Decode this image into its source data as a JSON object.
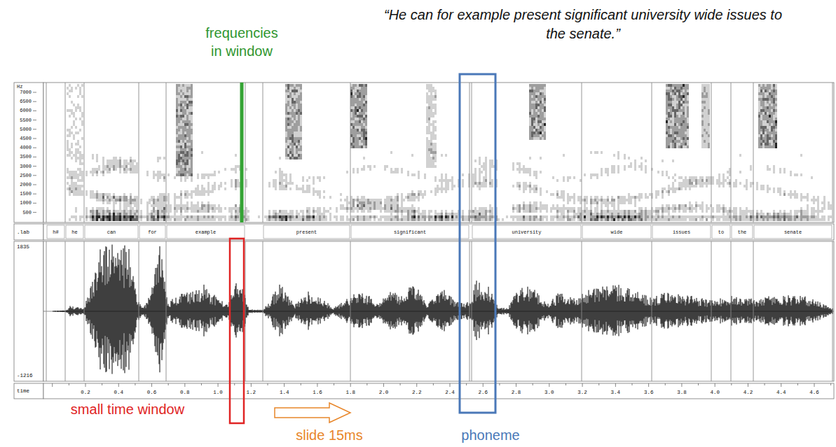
{
  "diagram": {
    "title": "“He can for example present significant university wide issues to the senate.”",
    "labels": [
      "frequencies in window",
      "small time window",
      "slide 15ms",
      "phoneme",
      "Hz",
      "7000",
      "6500",
      "6000",
      "5500",
      "5000",
      "4500",
      "4000",
      "3500",
      "3000",
      "2500",
      "2000",
      "1500",
      "1000",
      "500",
      ".lab",
      "h#",
      "he",
      "can",
      "for",
      "example",
      "present",
      "significant",
      "university",
      "wide",
      "issues",
      "to",
      "the",
      "senate",
      "1835",
      "-1216",
      "time",
      "0.2",
      "0.4",
      "0.6",
      "0.8",
      "1.0",
      "1.2",
      "1.4",
      "1.6",
      "1.8",
      "2.0",
      "2.2",
      "2.4",
      "2.6",
      "2.8",
      "3.0",
      "3.2",
      "3.4",
      "3.6",
      "3.8",
      "4.0",
      "4.2",
      "4.4",
      "4.6"
    ]
  }
}
